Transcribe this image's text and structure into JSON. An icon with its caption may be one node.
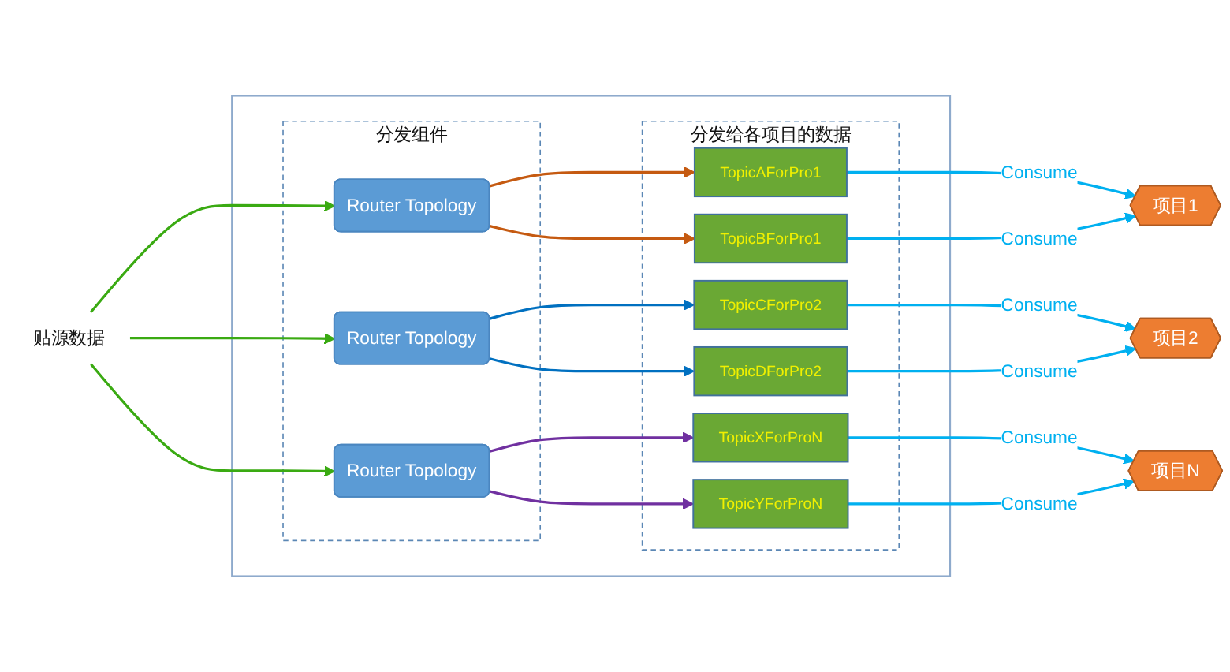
{
  "diagram": {
    "nodes": [
      {
        "text": [
          "贴源数据"
        ]
      },
      {
        "text": [],
        "shape": "box"
      },
      {
        "text": [
          "分发组件"
        ],
        "in": 1
      },
      {
        "text": [
          "Router Topology"
        ],
        "in": 2
      },
      {
        "text": [
          "Router Topology"
        ],
        "in": 2
      },
      {
        "text": [
          "Router Topology"
        ],
        "in": 2
      },
      {
        "text": [
          "分发给各项目的数据"
        ],
        "in": 1
      },
      {
        "text": [
          "TopicAForPro1"
        ],
        "in": 6
      },
      {
        "text": [
          "TopicBForPro1"
        ],
        "in": 6
      },
      {
        "text": [
          "TopicCForPro2"
        ],
        "in": 6
      },
      {
        "text": [
          "TopicDForPro2"
        ],
        "in": 6
      },
      {
        "text": [
          "TopicXForProN"
        ],
        "in": 6
      },
      {
        "text": [
          "TopicYForProN"
        ],
        "in": 6
      },
      {
        "text": [
          "项目1"
        ]
      },
      {
        "text": [
          "项目2"
        ]
      },
      {
        "text": [
          "项目N"
        ]
      }
    ],
    "edges": [
      {
        "from": 0,
        "to": 3,
        "arrow": "to",
        "color": "#3aaa12"
      },
      {
        "from": 0,
        "to": 4,
        "arrow": "to",
        "color": "#3aaa12"
      },
      {
        "from": 0,
        "to": 5,
        "arrow": "to",
        "color": "#3aaa12"
      },
      {
        "from": 3,
        "to": 7,
        "arrow": "to",
        "color": "#c55a11"
      },
      {
        "from": 3,
        "to": 8,
        "arrow": "to",
        "color": "#c55a11"
      },
      {
        "from": 4,
        "to": 9,
        "arrow": "to",
        "color": "#0070c0"
      },
      {
        "from": 4,
        "to": 10,
        "arrow": "to",
        "color": "#0070c0"
      },
      {
        "from": 5,
        "to": 11,
        "arrow": "to",
        "color": "#7030a0"
      },
      {
        "from": 5,
        "to": 12,
        "arrow": "to",
        "color": "#7030a0"
      },
      {
        "from": 7,
        "to": 13,
        "arrow": "to",
        "label": "Consume"
      },
      {
        "from": 8,
        "to": 13,
        "arrow": "to",
        "label": "Consume"
      },
      {
        "from": 9,
        "to": 14,
        "arrow": "to",
        "label": "Consume"
      },
      {
        "from": 10,
        "to": 14,
        "arrow": "to",
        "label": "Consume"
      },
      {
        "from": 11,
        "to": 15,
        "arrow": "to",
        "label": "Consume"
      },
      {
        "from": 12,
        "to": 15,
        "arrow": "to",
        "label": "Consume"
      }
    ]
  }
}
